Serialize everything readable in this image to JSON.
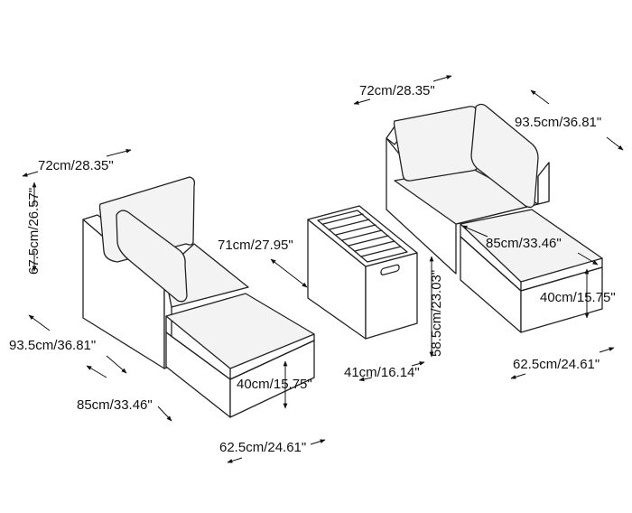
{
  "colors": {
    "line": "#222222",
    "background": "#ffffff",
    "cushion": "#f3f3f3"
  },
  "left_sofa": {
    "width": "72cm/28.35\"",
    "height": "67.5cm/26.57\"",
    "depth_with_ottoman": "93.5cm/36.81\"",
    "ottoman_depth": "85cm/33.46\"",
    "seat_height": "40cm/15.75\"",
    "ottoman_width": "62.5cm/24.61\""
  },
  "side_table": {
    "diagonal": "71cm/27.95\"",
    "height": "58.5cm/23.03\"",
    "width": "41cm/16.14\""
  },
  "right_sofa": {
    "width": "72cm/28.35\"",
    "depth_with_ottoman": "93.5cm/36.81\"",
    "ottoman_depth": "85cm/33.46\"",
    "seat_height": "40cm/15.75\"",
    "ottoman_width": "62.5cm/24.61\""
  }
}
